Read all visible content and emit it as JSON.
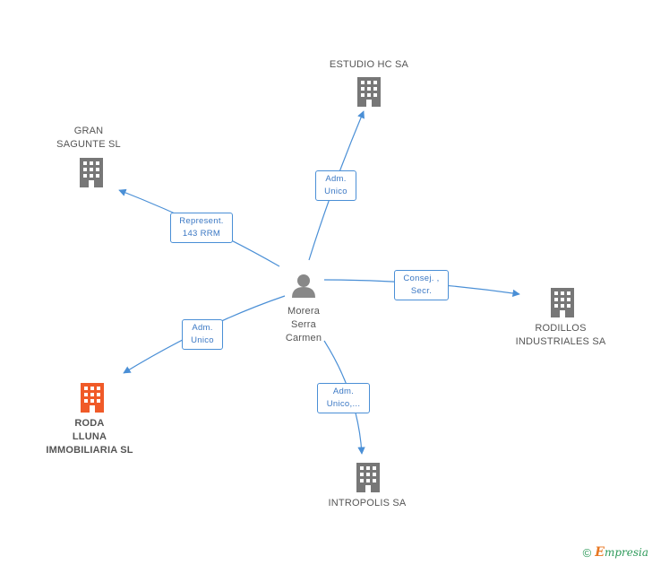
{
  "colors": {
    "edge": "#4a8fd6",
    "building": "#777777",
    "building_highlight": "#f05a28",
    "person": "#888888"
  },
  "center": {
    "label_lines": [
      "Morera",
      "Serra",
      "Carmen"
    ],
    "icon": "person-icon"
  },
  "companies": [
    {
      "id": "estudio",
      "label_lines": [
        "ESTUDIO HC SA"
      ],
      "icon": "building-icon",
      "highlight": false
    },
    {
      "id": "gran",
      "label_lines": [
        "GRAN",
        "SAGUNTE SL"
      ],
      "icon": "building-icon",
      "highlight": false
    },
    {
      "id": "rodillos",
      "label_lines": [
        "RODILLOS",
        "INDUSTRIALES SA"
      ],
      "icon": "building-icon",
      "highlight": false
    },
    {
      "id": "roda",
      "label_lines": [
        "RODA",
        "LLUNA",
        "IMMOBILIARIA SL"
      ],
      "icon": "building-icon",
      "highlight": true
    },
    {
      "id": "intropolis",
      "label_lines": [
        "INTROPOLIS SA"
      ],
      "icon": "building-icon",
      "highlight": false
    }
  ],
  "edges": [
    {
      "to": "estudio",
      "label_lines": [
        "Adm.",
        "Unico"
      ]
    },
    {
      "to": "gran",
      "label_lines": [
        "Represent.",
        "143 RRM"
      ]
    },
    {
      "to": "rodillos",
      "label_lines": [
        "Consej. ,",
        "Secr."
      ]
    },
    {
      "to": "roda",
      "label_lines": [
        "Adm.",
        "Unico"
      ]
    },
    {
      "to": "intropolis",
      "label_lines": [
        "Adm.",
        "Unico,..."
      ]
    }
  ],
  "footer": {
    "copyright": "©",
    "brand_initial": "E",
    "brand_rest": "mpresia"
  }
}
